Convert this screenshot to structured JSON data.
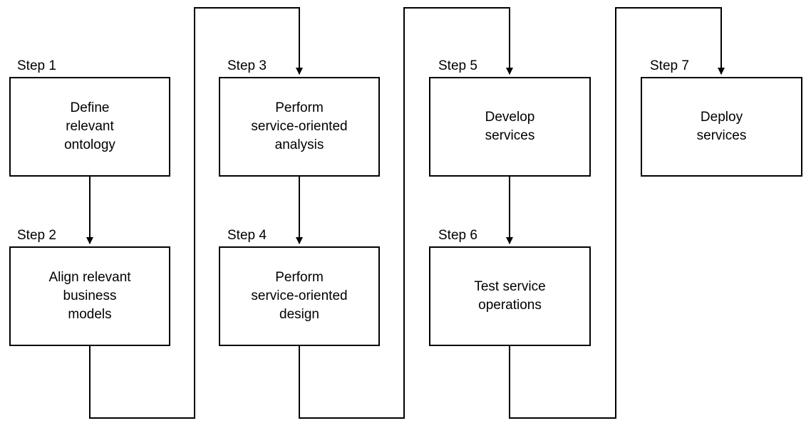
{
  "steps": [
    {
      "label": "Step 1",
      "text": [
        "Define",
        "relevant",
        "ontology"
      ]
    },
    {
      "label": "Step 2",
      "text": [
        "Align relevant",
        "business",
        "models"
      ]
    },
    {
      "label": "Step 3",
      "text": [
        "Perform",
        "service-oriented",
        "analysis"
      ]
    },
    {
      "label": "Step 4",
      "text": [
        "Perform",
        "service-oriented",
        "design"
      ]
    },
    {
      "label": "Step 5",
      "text": [
        "Develop",
        "services"
      ]
    },
    {
      "label": "Step 6",
      "text": [
        "Test service",
        "operations"
      ]
    },
    {
      "label": "Step 7",
      "text": [
        "Deploy",
        "services"
      ]
    }
  ]
}
